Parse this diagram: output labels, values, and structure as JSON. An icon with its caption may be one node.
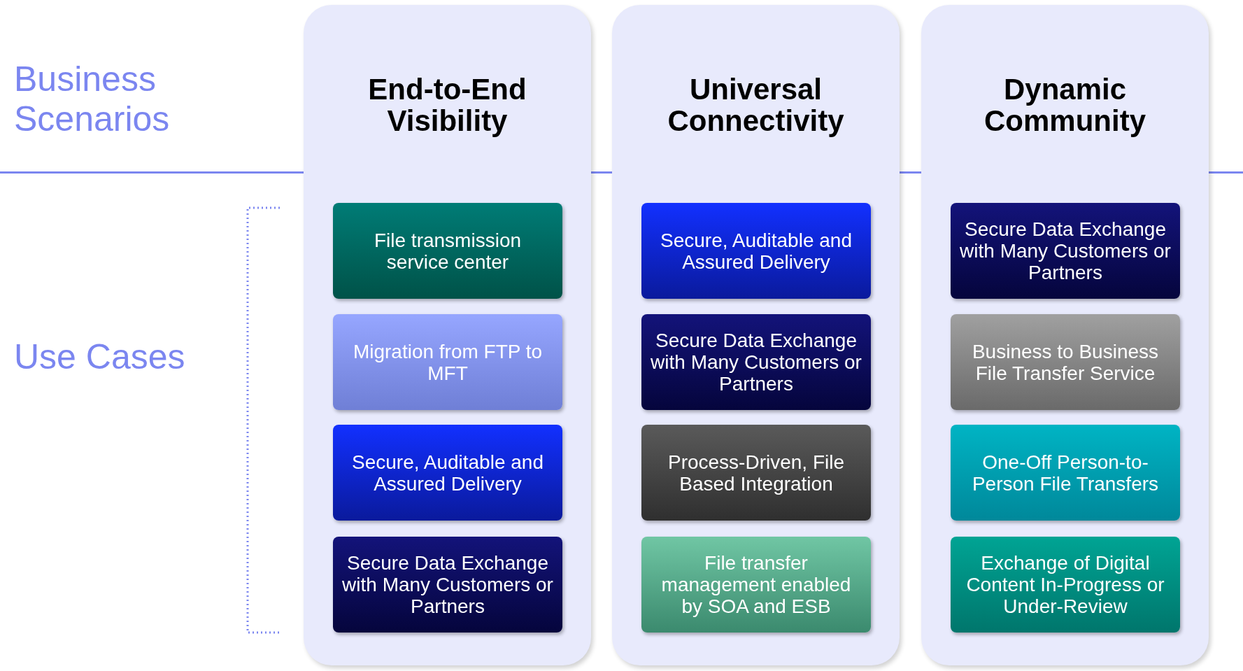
{
  "diagram": {
    "nodes": [
      {
        "text": [
          "End-to-End Visibility"
        ]
      },
      {
        "text": [
          "File transmission service center"
        ],
        "in": 0
      },
      {
        "text": [
          "Migration from FTP to MFT"
        ],
        "in": 0
      },
      {
        "text": [
          "Secure, Auditable and Assured Delivery"
        ],
        "in": 0
      },
      {
        "text": [
          "Secure Data Exchange with Many Customers or Partners"
        ],
        "in": 0
      },
      {
        "text": [
          "Universal Connectivity"
        ]
      },
      {
        "text": [
          "Secure, Auditable and Assured Delivery"
        ],
        "in": 5
      },
      {
        "text": [
          "Secure Data Exchange with Many Customers or Partners"
        ],
        "in": 5
      },
      {
        "text": [
          "Process-Driven, File Based Integration"
        ],
        "in": 5
      },
      {
        "text": [
          "File transfer management enabled by SOA and ESB"
        ],
        "in": 5
      },
      {
        "text": [
          "Dynamic Community"
        ]
      },
      {
        "text": [
          "Secure Data Exchange with Many Customers or Partners"
        ],
        "in": 10
      },
      {
        "text": [
          "Business to Business File Transfer Service"
        ],
        "in": 10
      },
      {
        "text": [
          "One-Off Person-to-Person File Transfers"
        ],
        "in": 10
      },
      {
        "text": [
          "Exchange of Digital Content In-Progress or Under-Review"
        ],
        "in": 10
      }
    ],
    "edges": [],
    "labels": [
      "Business Scenarios",
      "Use Cases"
    ]
  }
}
